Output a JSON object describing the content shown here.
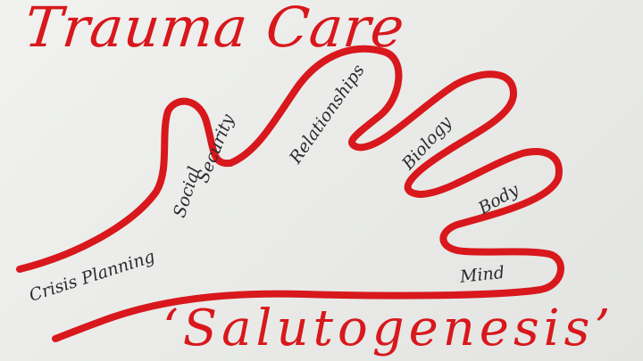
{
  "title": "Trauma Care",
  "subtitle": "‘Salutogenesis’",
  "fingers": {
    "crisis_planning": "Crisis Planning",
    "social": "Social",
    "security": "Security",
    "relationships": "Relationships",
    "biology": "Biology",
    "body": "Body",
    "mind": "Mind"
  },
  "colors": {
    "ink_red": "#d8181c",
    "ink_black": "#2a2a2e",
    "paper": "#ecedeb"
  }
}
